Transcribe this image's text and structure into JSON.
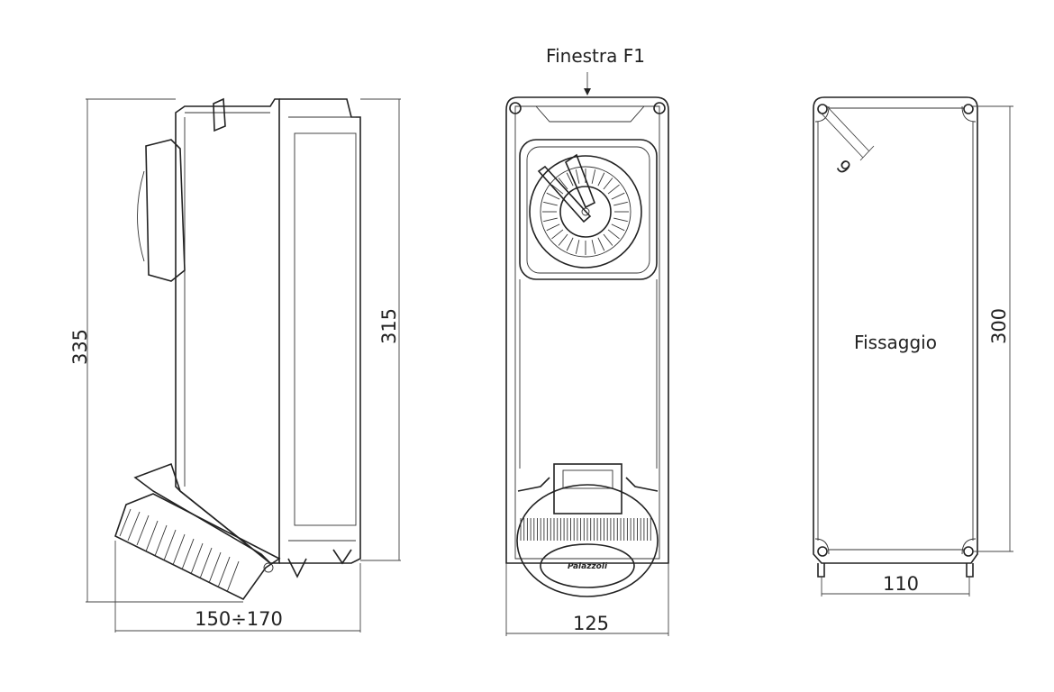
{
  "side_view": {
    "height_dim": "335",
    "inner_height_dim": "315",
    "depth_dim": "150÷170"
  },
  "front_view": {
    "window_label": "Finestra F1",
    "width_dim": "125",
    "brand_logo": "Palazzoli"
  },
  "mounting_view": {
    "label": "Fissaggio",
    "height_dim": "300",
    "width_dim": "110",
    "hole_dim": "6"
  }
}
